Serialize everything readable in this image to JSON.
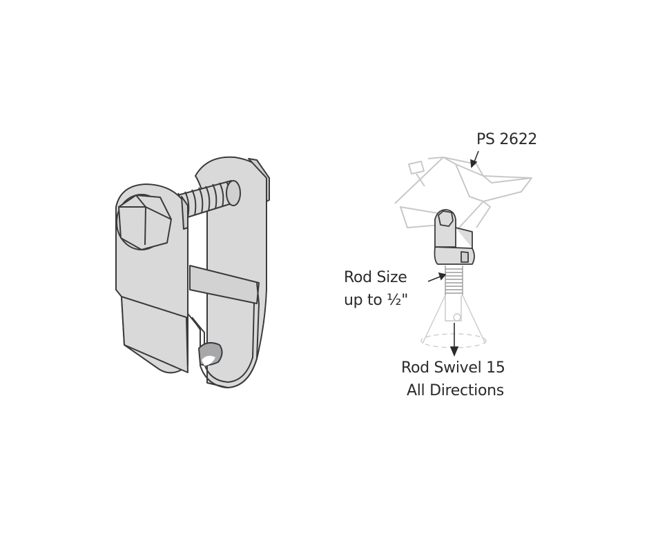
{
  "figure": {
    "main_part": {
      "name": "rod swivel clamp",
      "components": [
        "hex-bolt",
        "threaded-shank",
        "clevis-body",
        "rod-hole"
      ],
      "fill_color": "#d9d9da",
      "stroke_color": "#3a3a3a",
      "hole_shadow_color": "#a7a8aa"
    },
    "assembly_view": {
      "ghost_color": "#c8c8c8",
      "callouts": {
        "part_number": "PS 2622",
        "rod_size_line1": "Rod Size",
        "rod_size_line2": "up to ½\"",
        "swivel_line1": "Rod Swivel 15",
        "swivel_line2": "All Directions"
      }
    }
  }
}
